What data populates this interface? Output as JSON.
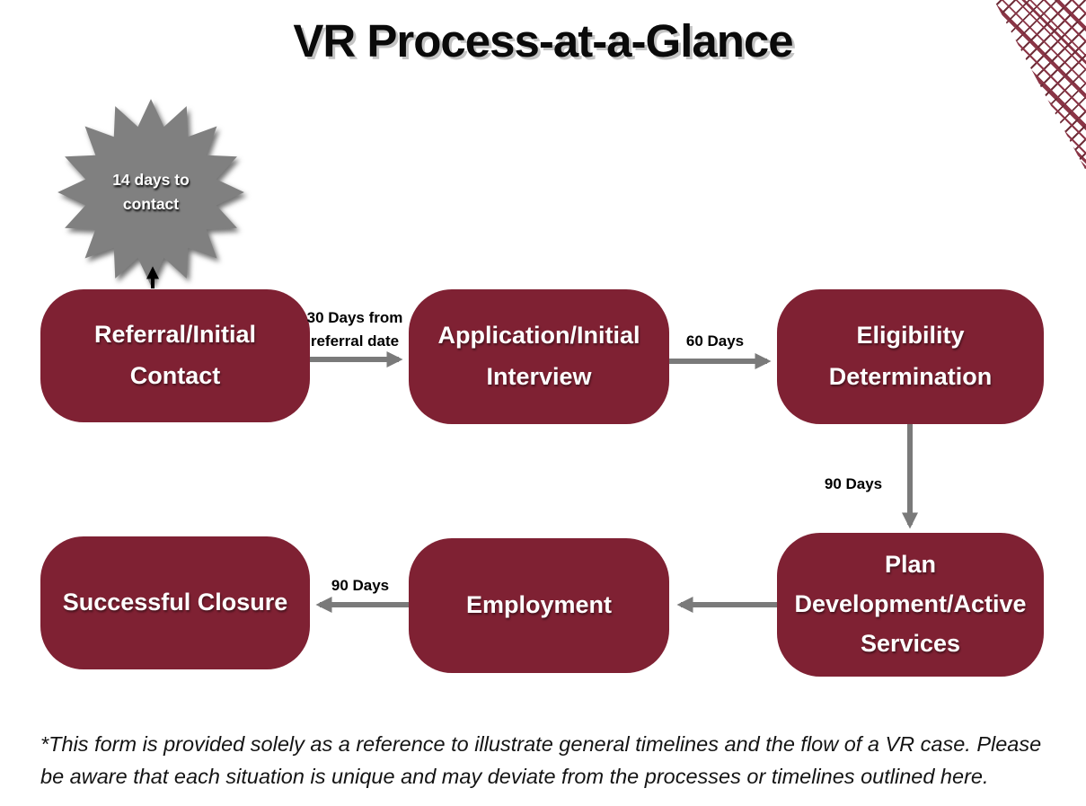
{
  "title": "VR Process-at-a-Glance",
  "colors": {
    "maroon": "#7f2133",
    "arrow-gray": "#7a7a7a",
    "star-gray": "#808080"
  },
  "starburst": {
    "label": "14 days  to contact"
  },
  "boxes": [
    {
      "id": "referral",
      "label": "Referral/Initial Contact"
    },
    {
      "id": "application",
      "label": "Application/Initial Interview"
    },
    {
      "id": "eligibility",
      "label": "Eligibility Determination"
    },
    {
      "id": "plan",
      "label": "Plan Development/Active Services"
    },
    {
      "id": "employment",
      "label": "Employment"
    },
    {
      "id": "closure",
      "label": "Successful Closure"
    }
  ],
  "arrows": {
    "referral_to_application": "30 Days from referral date",
    "application_to_eligibility": "60 Days",
    "eligibility_to_plan": "90 Days",
    "employment_to_closure": "90 Days"
  },
  "footnote": "*This form is provided solely as a reference to illustrate general timelines and the flow of a VR case. Please be aware that each situation is unique and may deviate from the processes or timelines outlined here."
}
